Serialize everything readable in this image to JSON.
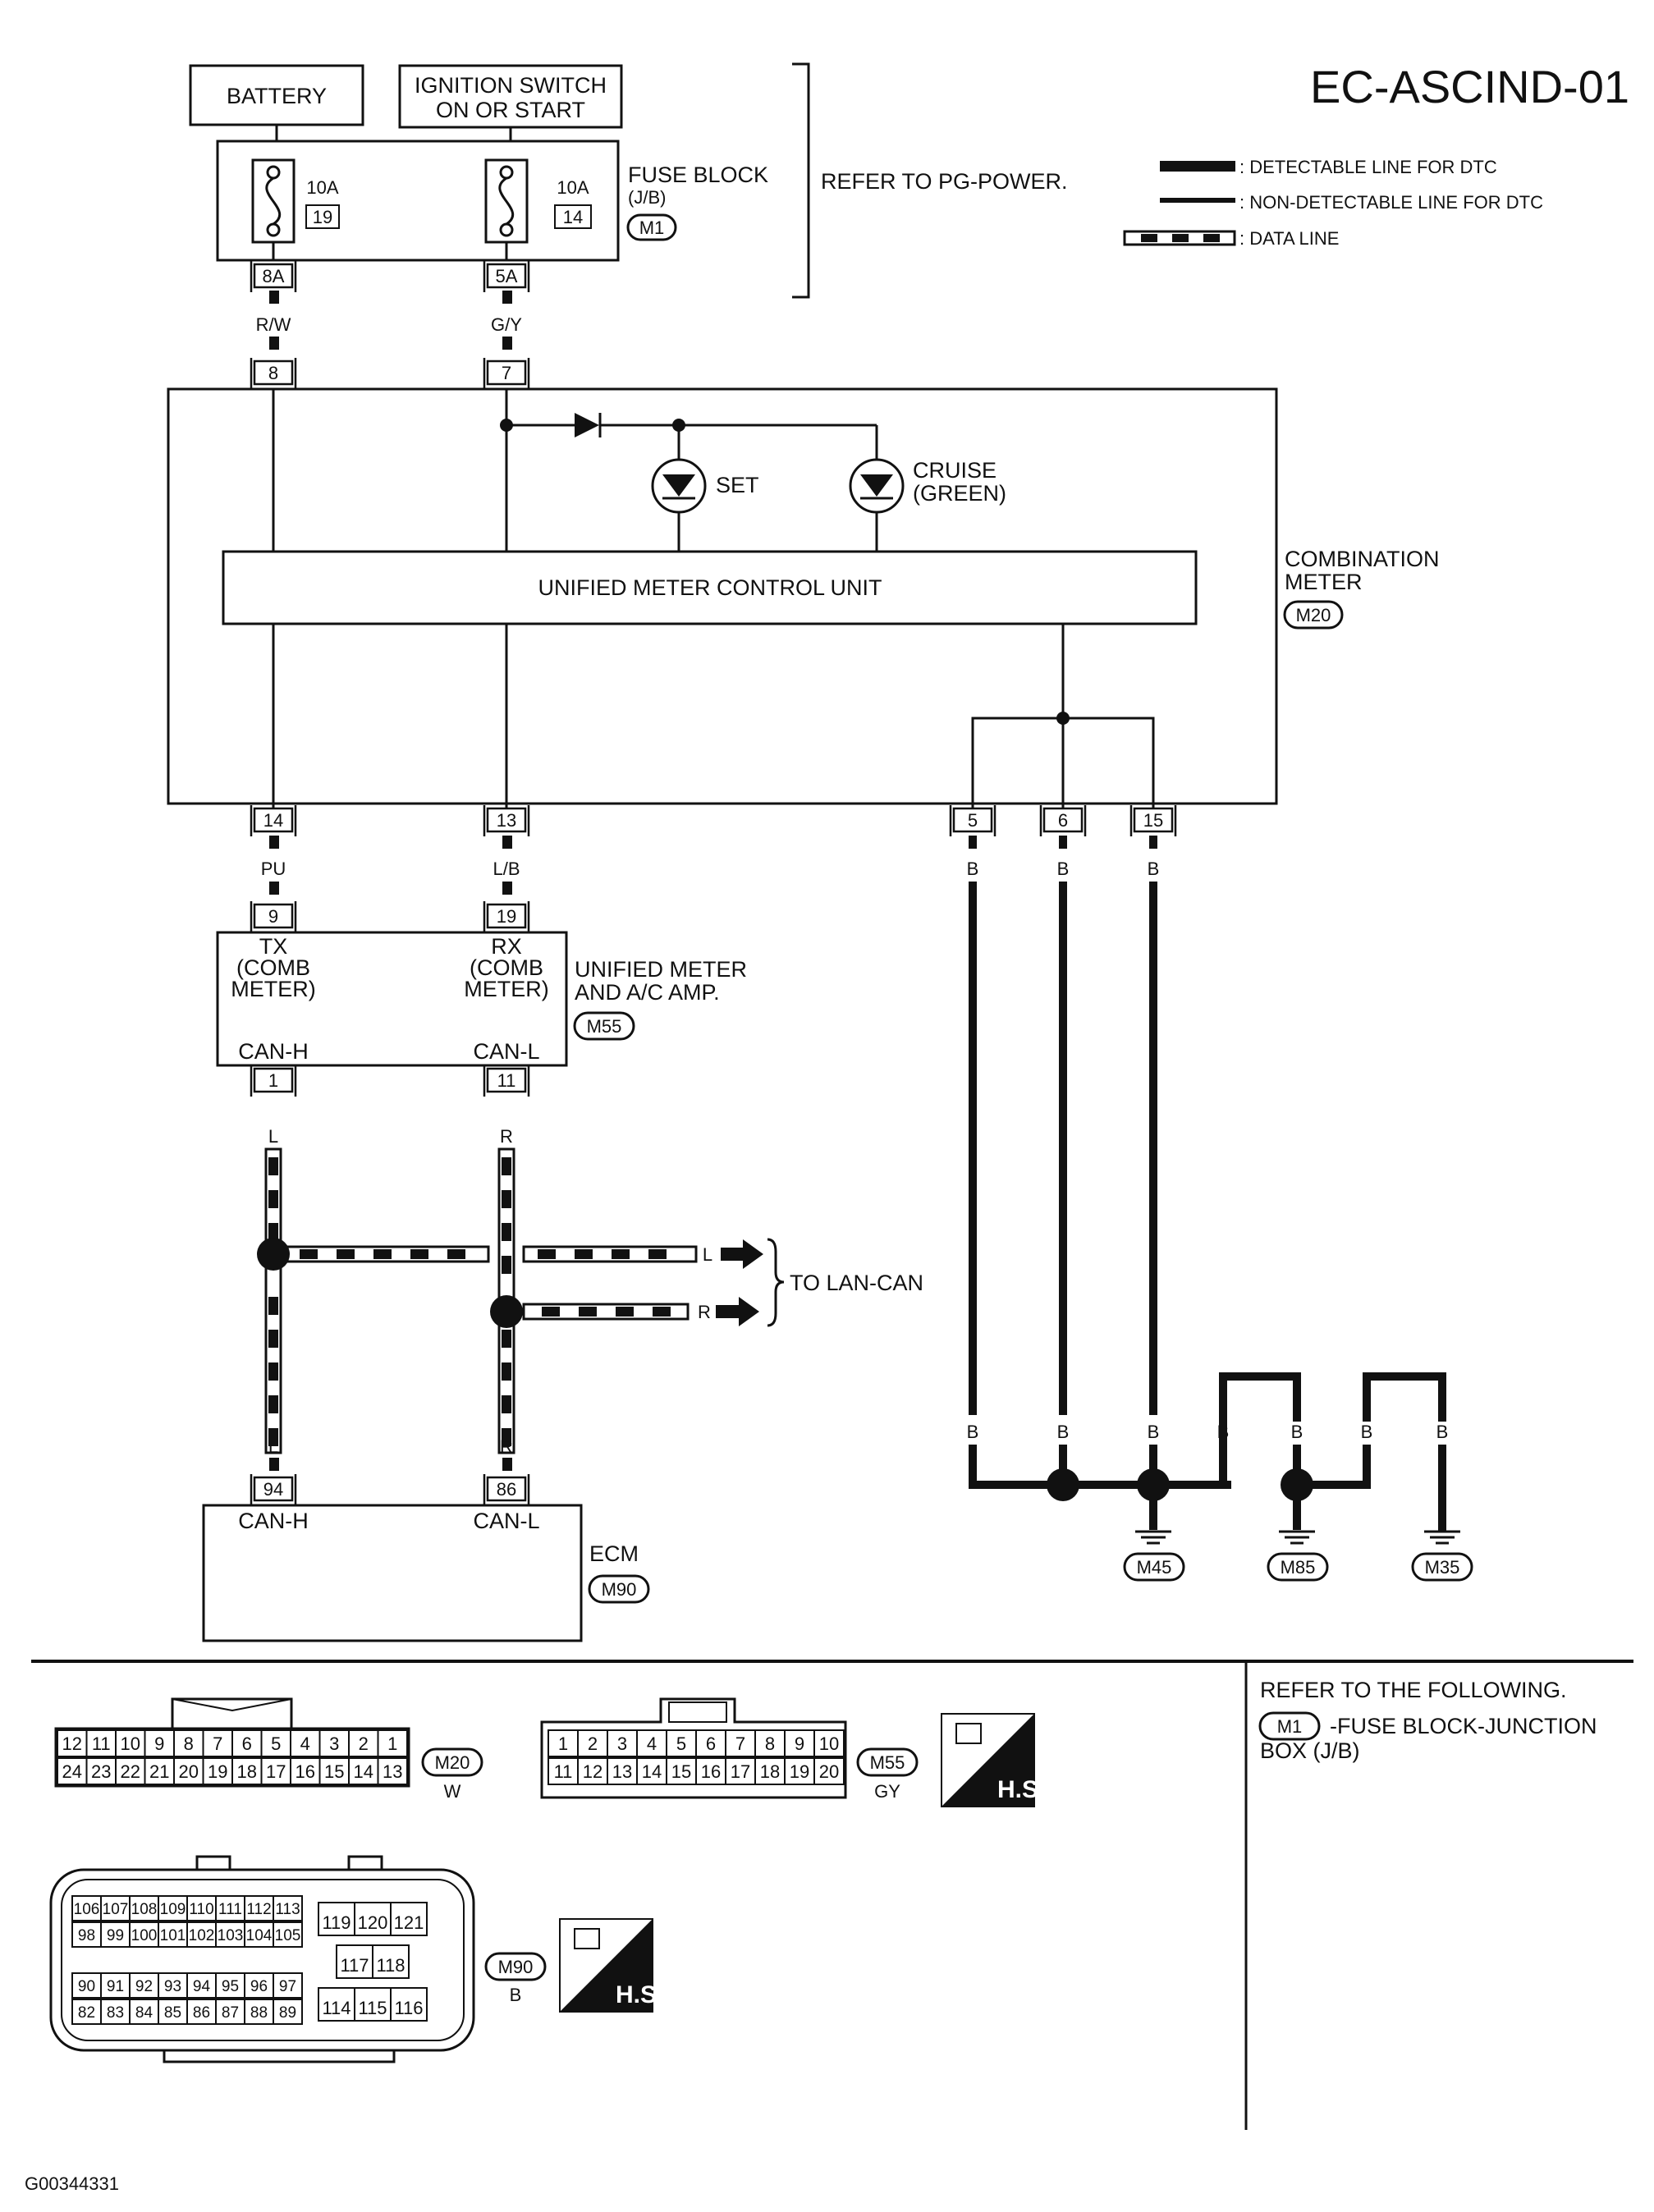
{
  "title": "EC-ASCIND-01",
  "figure_id": "G00344331",
  "legend": {
    "detectable": ": DETECTABLE LINE FOR DTC",
    "non_detectable": ": NON-DETECTABLE LINE FOR DTC",
    "data_line": ": DATA LINE"
  },
  "top": {
    "battery": "BATTERY",
    "ign1": "IGNITION SWITCH",
    "ign2": "ON OR START",
    "fuse_a": "10A",
    "fuse_a_no": "19",
    "fuse_b": "10A",
    "fuse_b_no": "14",
    "fuse_block1": "FUSE BLOCK",
    "fuse_block2": "(J/B)",
    "m1": "M1",
    "refer": "REFER TO PG-POWER.",
    "t8a": "8A",
    "t5a": "5A",
    "w_rw": "R/W",
    "w_gy": "G/Y"
  },
  "meter": {
    "t8": "8",
    "t7": "7",
    "set": "SET",
    "cruise1": "CRUISE",
    "cruise2": "(GREEN)",
    "umcu": "UNIFIED METER CONTROL UNIT",
    "comb1": "COMBINATION",
    "comb2": "METER",
    "m20": "M20",
    "t14": "14",
    "t13": "13",
    "t5": "5",
    "t6": "6",
    "t15": "15"
  },
  "wires": {
    "pu": "PU",
    "lb": "L/B",
    "b": "B",
    "l": "L",
    "r": "R"
  },
  "amp": {
    "t9": "9",
    "t19": "19",
    "tx": "TX",
    "rx": "RX",
    "comb": "(COMB",
    "meter": "METER)",
    "canh": "CAN-H",
    "canl": "CAN-L",
    "t1": "1",
    "t11": "11",
    "name1": "UNIFIED METER",
    "name2": "AND A/C AMP.",
    "m55": "M55"
  },
  "lan": "TO LAN-CAN",
  "ecm": {
    "t94": "94",
    "t86": "86",
    "canh": "CAN-H",
    "canl": "CAN-L",
    "name": "ECM",
    "m90": "M90"
  },
  "grounds": [
    "M45",
    "M85",
    "M35"
  ],
  "connectors": {
    "m20_top": [
      "12",
      "11",
      "10",
      "9",
      "8",
      "7",
      "6",
      "5",
      "4",
      "3",
      "2",
      "1"
    ],
    "m20_bottom": [
      "24",
      "23",
      "22",
      "21",
      "20",
      "19",
      "18",
      "17",
      "16",
      "15",
      "14",
      "13"
    ],
    "m20_color": "W",
    "m55_top": [
      "1",
      "2",
      "3",
      "4",
      "5",
      "6",
      "7",
      "8",
      "9",
      "10"
    ],
    "m55_bottom": [
      "11",
      "12",
      "13",
      "14",
      "15",
      "16",
      "17",
      "18",
      "19",
      "20"
    ],
    "m55_color": "GY",
    "m90_rows": [
      [
        "106",
        "107",
        "108",
        "109",
        "110",
        "111",
        "112",
        "113"
      ],
      [
        "98",
        "99",
        "100",
        "101",
        "102",
        "103",
        "104",
        "105"
      ],
      [
        "90",
        "91",
        "92",
        "93",
        "94",
        "95",
        "96",
        "97"
      ],
      [
        "82",
        "83",
        "84",
        "85",
        "86",
        "87",
        "88",
        "89"
      ]
    ],
    "m90_right_top": [
      "119",
      "120",
      "121"
    ],
    "m90_right_mid": [
      "117",
      "118"
    ],
    "m90_right_bot": [
      "114",
      "115",
      "116"
    ],
    "m90_color": "B",
    "hs": "H.S."
  },
  "refer_box": {
    "line1": "REFER TO THE FOLLOWING.",
    "m1": "M1",
    "line2": "-FUSE BLOCK-JUNCTION",
    "line3": "BOX (J/B)"
  }
}
